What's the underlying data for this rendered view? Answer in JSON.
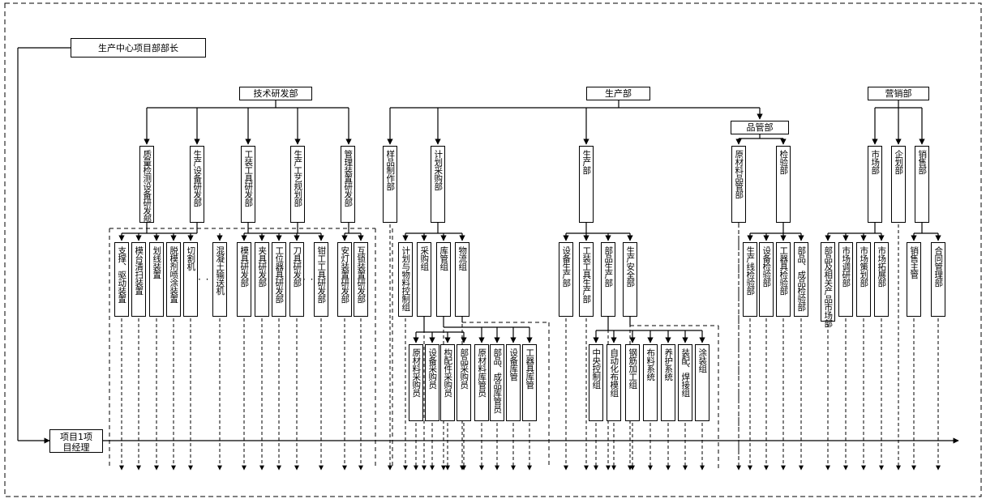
{
  "director": "生产中心项目部部长",
  "project_manager": [
    "项目1项",
    "目经理"
  ],
  "departments": {
    "tech": "技术研发部",
    "production": "生产部",
    "sales": "营销部",
    "quality": "品管部"
  },
  "tech_units": [
    "质量检测设备研发部",
    "生产设备研发部",
    "工装工具研发部",
    "生产工艺规划部",
    "管理装置研发部",
    "样品制作部"
  ],
  "tech_subunits": [
    "支撑、驱动装置",
    "模台清扫装置",
    "划线装置",
    "脱模剂喷涂装置",
    "切割机",
    "混凝土输送机",
    "模具研发部",
    "夹具研发部",
    "工位器具研发部",
    "刀具研发部",
    "钳工工具研发部",
    "安灯装置研发部",
    "互锁装置研发部"
  ],
  "production_units": [
    "计划采购部",
    "生产部"
  ],
  "planning_groups": [
    "计划与物料控制组",
    "采购组",
    "库管组",
    "物流组"
  ],
  "purchase_staff": [
    "原材料采购员",
    "设备采购员",
    "构配件采购员",
    "部品采购员"
  ],
  "warehouse_staff": [
    "原材料库管员",
    "部品、成品库管员",
    "设备库管",
    "工器具库管"
  ],
  "production_subunits": [
    "设备生产部",
    "工装工具生产部",
    "部品生产部",
    "生产安全部"
  ],
  "production_groups": [
    "中央控制组",
    "自动化布模组",
    "钢筋加工组",
    "布料系统",
    "养护系统",
    "装配、焊接组",
    "涂装组"
  ],
  "quality_units": [
    "原材料品管部",
    "检验部"
  ],
  "inspection_subunits": [
    "生产线检验部",
    "设备检验部",
    "工器具检验部",
    "部品、成品检验部"
  ],
  "sales_units": [
    "市场部",
    "企划部",
    "销售部"
  ],
  "market_subunits": [
    "部品及相关产品市场部",
    "市场调研部",
    "市场策划部",
    "市场拓展部"
  ],
  "sales_subunits": [
    "销售主管",
    "合同管理部"
  ],
  "ellipsis": "· · ·"
}
